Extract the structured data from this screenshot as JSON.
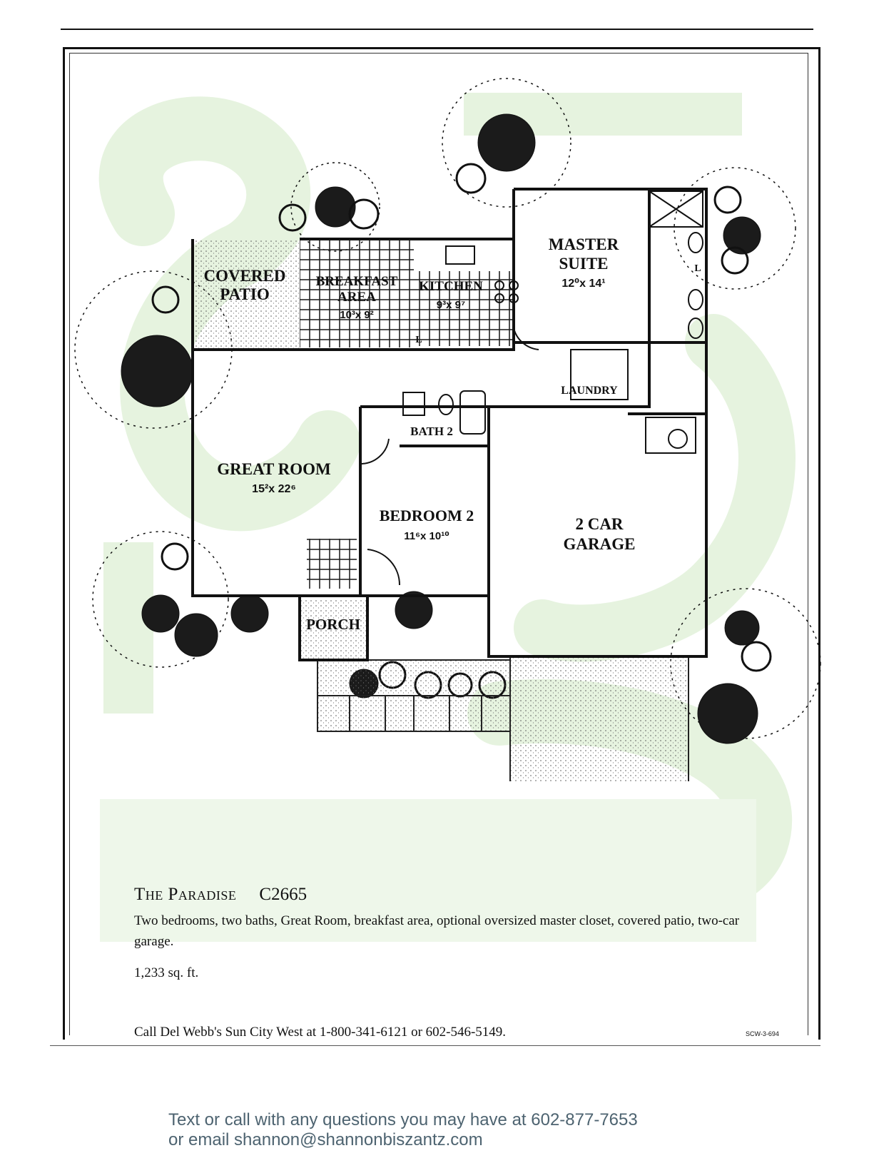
{
  "rooms": {
    "covered_patio_1": "COVERED",
    "covered_patio_2": "PATIO",
    "breakfast_1": "BREAKFAST",
    "breakfast_2": "AREA",
    "breakfast_dim": "10³x 9²",
    "kitchen": "KITCHEN",
    "kitchen_dim": "9³x 9⁷",
    "master_1": "MASTER",
    "master_2": "SUITE",
    "master_dim": "12⁰x 14¹",
    "laundry": "LAUNDRY",
    "bath2": "BATH 2",
    "great_room": "GREAT ROOM",
    "great_room_dim": "15²x 22⁶",
    "bedroom2": "BEDROOM 2",
    "bedroom2_dim": "11⁶x 10¹⁰",
    "garage_1": "2 CAR",
    "garage_2": "GARAGE",
    "porch": "PORCH",
    "linen_kitchen": "L",
    "linen_master": "L"
  },
  "caption": {
    "name": "The Paradise",
    "code": "C2665",
    "description": "Two bedrooms, two baths, Great Room, breakfast area, optional oversized master closet, covered patio, two-car garage.",
    "sqft": "1,233 sq. ft.",
    "call": "Call Del Webb's Sun City West at 1-800-341-6121 or 602-546-5149.",
    "doc_code": "SCW-3-694"
  },
  "contact": {
    "line1": "Text or call with any questions you may have at 602-877-7653",
    "line2": "or email shannon@shannonbiszantz.com"
  },
  "colors": {
    "watermark": "#e6f3df",
    "ink": "#111111",
    "contact_text": "#4d6370"
  }
}
